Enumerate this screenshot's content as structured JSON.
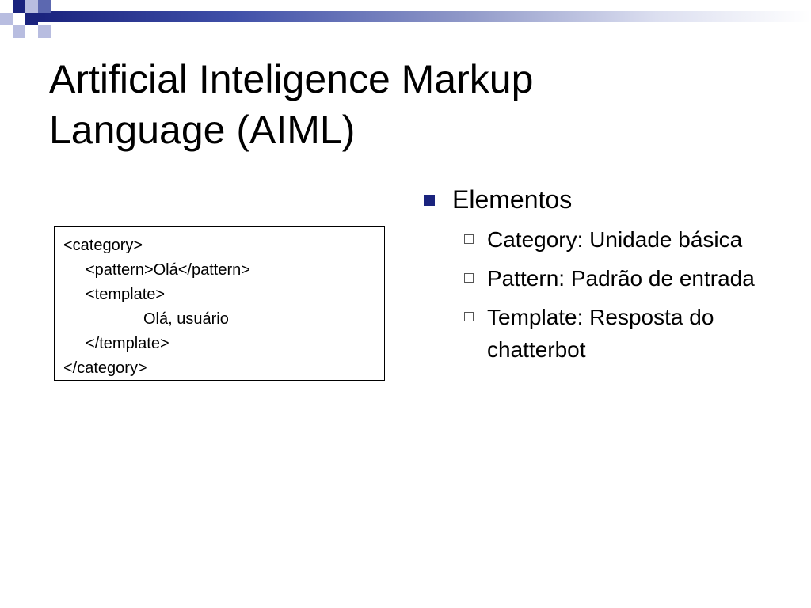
{
  "slide": {
    "title_line1": "Artificial Inteligence Markup",
    "title_line2": "Language (AIML)",
    "code": {
      "lines": [
        "<category>",
        "<pattern>Olá</pattern>",
        "<template>",
        "Olá, usuário",
        "</template>",
        "</category>"
      ]
    },
    "bullets": {
      "heading": "Elementos",
      "items": [
        "Category: Unidade básica",
        "Pattern: Padrão de entrada",
        "Template: Resposta do chatterbot"
      ]
    },
    "colors": {
      "accent": "#1a237e",
      "accent_light": "#b8bde0"
    }
  }
}
